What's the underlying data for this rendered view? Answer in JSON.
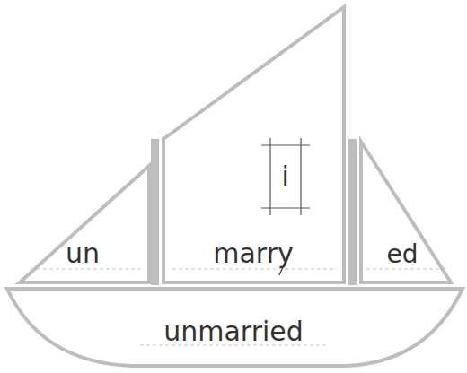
{
  "diagram": {
    "nodes": [
      {
        "text": [
          "un"
        ]
      },
      {
        "text": [
          "marry"
        ]
      },
      {
        "text": [
          "i"
        ],
        "in": 1
      },
      {
        "text": [
          "ed"
        ]
      },
      {
        "text": [
          "unmarried"
        ]
      }
    ]
  }
}
